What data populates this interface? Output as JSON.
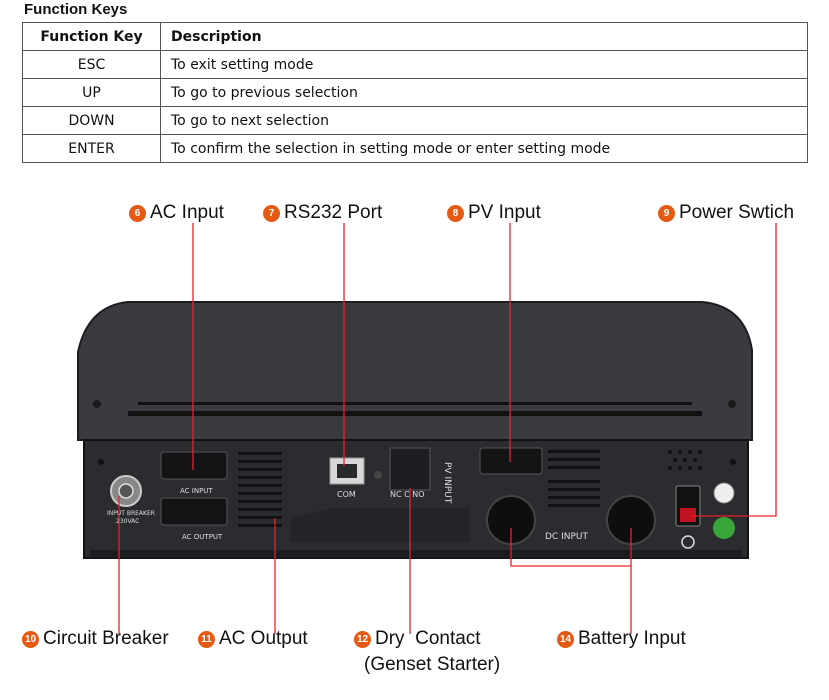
{
  "title": "Function Keys",
  "table": {
    "headers": [
      "Function Key",
      "Description"
    ],
    "rows": [
      [
        "ESC",
        "To exit setting mode"
      ],
      [
        "UP",
        "To go to previous selection"
      ],
      [
        "DOWN",
        "To go to next selection"
      ],
      [
        "ENTER",
        "To confirm the selection in setting mode or enter setting mode"
      ]
    ]
  },
  "callouts": [
    {
      "num": "6",
      "label": "AC Input"
    },
    {
      "num": "7",
      "label": "RS232 Port"
    },
    {
      "num": "8",
      "label": "PV Input"
    },
    {
      "num": "9",
      "label": "Power Swtich"
    },
    {
      "num": "10",
      "label": "Circuit Breaker"
    },
    {
      "num": "11",
      "label": "AC Output"
    },
    {
      "num": "12",
      "label": "Dry  Contact",
      "sub": "(Genset Starter)"
    },
    {
      "num": "14",
      "label": "Battery Input"
    }
  ],
  "device": {
    "ac_input": "AC INPUT",
    "ac_output": "AC OUTPUT",
    "com": "COM",
    "dry_contact": "NC C NO",
    "pv_input": "PV INPUT",
    "dc_input": "DC INPUT",
    "breaker": "INPUT BREAKER",
    "breaker_rating": "230VAC"
  },
  "colors": {
    "callout": "#e55a12",
    "leader": "#e8202a",
    "device": "#2b2c30"
  }
}
